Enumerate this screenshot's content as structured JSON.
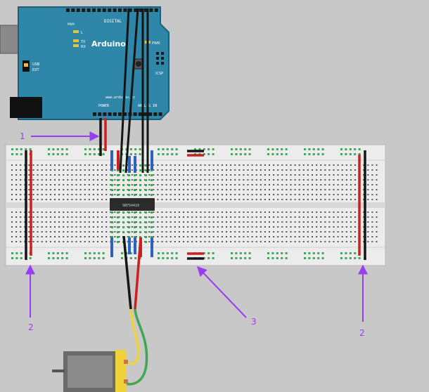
{
  "board": {
    "brand": "Arduino",
    "digital_label": "DIGITAL",
    "power_label": "POWER",
    "analog_label": "ANALOG IN",
    "url": "www.arduino.cc",
    "led_l": "L",
    "led_tx": "TX",
    "led_rx": "RX",
    "led_pwr": "PWR",
    "usb_label": "USB",
    "ext_label": "EXT",
    "icsp_label": "ICSP",
    "pwm_label": "PWM"
  },
  "chip": {
    "label": "SN754410"
  },
  "annotations": [
    {
      "id": "1",
      "text": "1"
    },
    {
      "id": "2a",
      "text": "2"
    },
    {
      "id": "2b",
      "text": "2"
    },
    {
      "id": "3",
      "text": "3"
    }
  ],
  "colors": {
    "background": "#c8c8c8",
    "board_blue": "#2e86a8",
    "breadboard": "#ececec",
    "wire_red": "#cc1f1f",
    "wire_black": "#151515",
    "jumper_blue": "#2d62c0",
    "rail_green": "#3fa654",
    "motor_yellow": "#f0d23a",
    "annotation_purple": "#9a3cf0"
  }
}
